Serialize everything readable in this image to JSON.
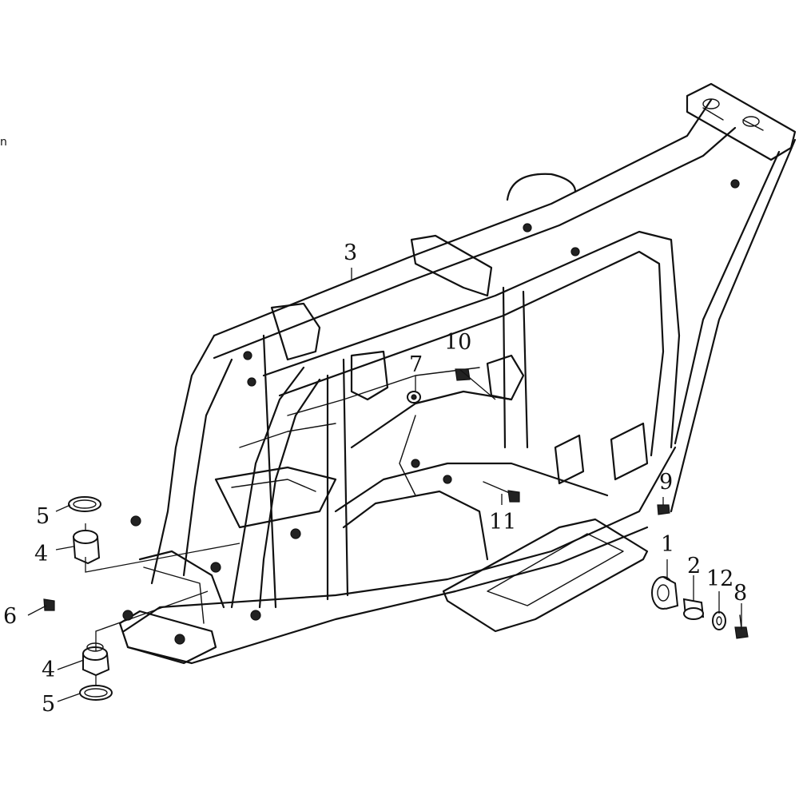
{
  "figure": {
    "edge_mark": "n",
    "callouts": [
      {
        "id": "c3",
        "text": "3"
      },
      {
        "id": "c10",
        "text": "10"
      },
      {
        "id": "c7",
        "text": "7"
      },
      {
        "id": "c9",
        "text": "9"
      },
      {
        "id": "c11",
        "text": "11"
      },
      {
        "id": "c5a",
        "text": "5"
      },
      {
        "id": "c4a",
        "text": "4"
      },
      {
        "id": "c1",
        "text": "1"
      },
      {
        "id": "c2",
        "text": "2"
      },
      {
        "id": "c12",
        "text": "12"
      },
      {
        "id": "c8",
        "text": "8"
      },
      {
        "id": "c6",
        "text": "6"
      },
      {
        "id": "c4b",
        "text": "4"
      },
      {
        "id": "c5b",
        "text": "5"
      }
    ]
  }
}
